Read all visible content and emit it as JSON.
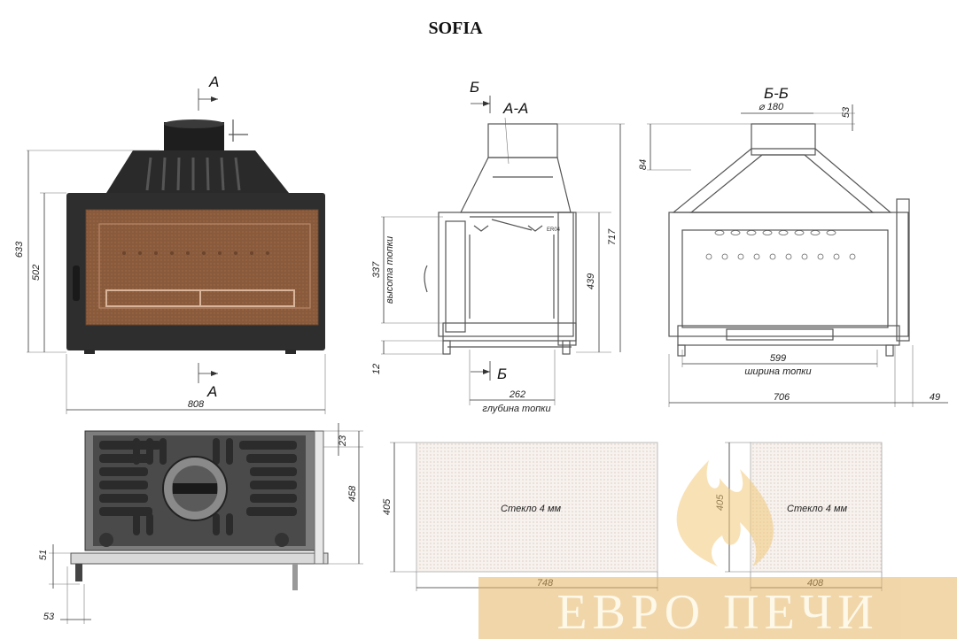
{
  "title": "SOFIA",
  "front_view": {
    "section_mark_top": "A",
    "section_mark_bottom": "A",
    "dims": {
      "height_total": "633",
      "height_body": "502",
      "width": "808"
    }
  },
  "side_section": {
    "label": "А-А",
    "section_mark_top": "Б",
    "section_mark_bottom": "Б",
    "badge": "ER04",
    "dims": {
      "firebox_height": "337",
      "firebox_height_caption": "высота топки",
      "height_439": "439",
      "height_717": "717",
      "foot": "12",
      "depth": "262",
      "depth_caption": "глубина топки"
    }
  },
  "rear_section": {
    "label": "Б-Б",
    "dims": {
      "flue_diameter": "180",
      "top_53": "53",
      "side_84": "84",
      "firebox_width": "599",
      "firebox_width_caption": "ширина топки",
      "total_width": "706",
      "offset_49": "49"
    }
  },
  "top_view": {
    "dims": {
      "d23": "23",
      "d458": "458",
      "d51": "51",
      "d53": "53"
    }
  },
  "glass_panels": [
    {
      "caption": "Стекло 4 мм",
      "height": "405",
      "width": "748"
    },
    {
      "caption": "Стекло 4 мм",
      "height": "405",
      "width": "408"
    }
  ],
  "watermark": {
    "text": "ЕВРО ПЕЧИ"
  },
  "colors": {
    "glass_frame": "#8a5a3c",
    "body": "#2e2e2e",
    "watermark_fill": "#f2c878",
    "flame": "#f5d79a"
  }
}
